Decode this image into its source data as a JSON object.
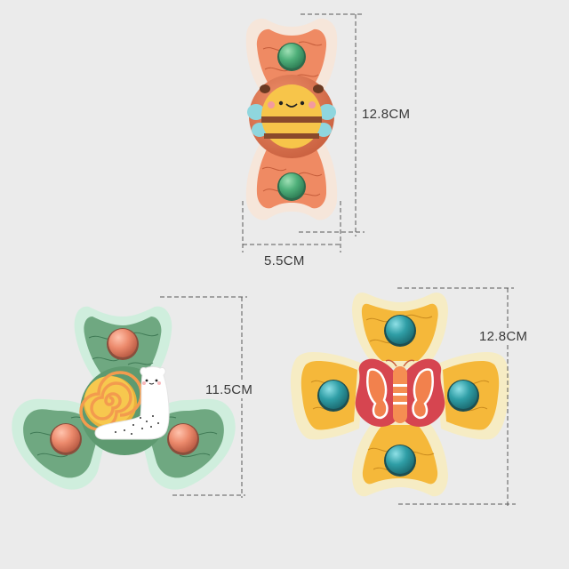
{
  "product": {
    "title": "Suction cup spinner toys with dimensions",
    "background_color": "#ebebeb",
    "items": [
      {
        "name": "bee-spinner",
        "character": "bee",
        "petal_count": 2,
        "colors": {
          "rim": "#f6e6da",
          "petal": "#ef8a63",
          "bead": "#4fb07a",
          "body": "#f7c54a",
          "stripe": "#8a4a2c",
          "wing": "#8fd6de"
        },
        "dimensions": {
          "height": "12.8CM",
          "width": "5.5CM"
        }
      },
      {
        "name": "snail-spinner",
        "character": "snail",
        "petal_count": 3,
        "colors": {
          "rim": "#cfeedd",
          "petal": "#6fa881",
          "bead": "#ec8a6c",
          "shell": "#f7c84e",
          "shell_spiral": "#f39b4e",
          "body": "#ffffff"
        },
        "dimensions": {
          "height": "11.5CM"
        }
      },
      {
        "name": "butterfly-spinner",
        "character": "butterfly",
        "petal_count": 4,
        "colors": {
          "rim": "#f6ecc4",
          "petal": "#f5b83a",
          "bead": "#2f9ea6",
          "wing_outer": "#d64550",
          "wing_inner": "#f2814d",
          "body": "#f58e52"
        },
        "dimensions": {
          "height": "12.8CM"
        }
      }
    ]
  },
  "labels": {
    "bee_height": "12.8CM",
    "bee_width": "5.5CM",
    "snail_height": "11.5CM",
    "butterfly_height": "12.8CM"
  },
  "dimension_line_color": "#5a5a5a"
}
